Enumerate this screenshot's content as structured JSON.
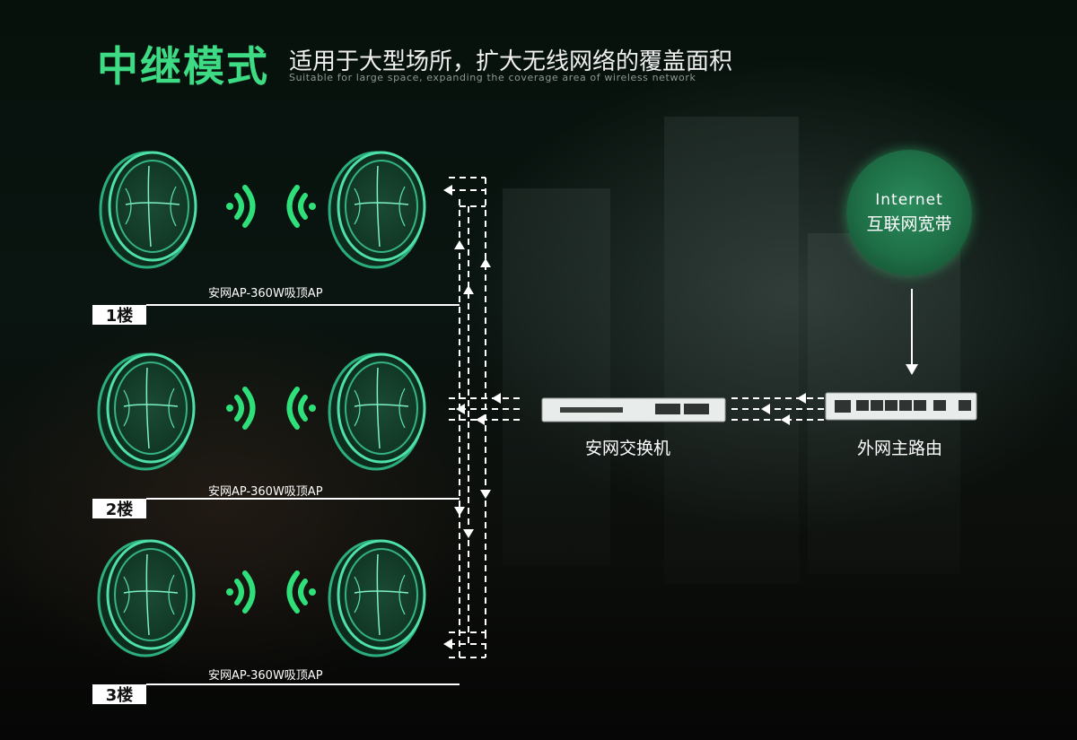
{
  "header": {
    "title": "中继模式",
    "subtitle": "适用于大型场所，扩大无线网络的覆盖面积",
    "subtitle_en": "Suitable for large space, expanding the coverage area of wireless network"
  },
  "floors": [
    {
      "tag": "1楼",
      "ap_label": "安网AP-360W吸顶AP"
    },
    {
      "tag": "2楼",
      "ap_label": "安网AP-360W吸顶AP"
    },
    {
      "tag": "3楼",
      "ap_label": "安网AP-360W吸顶AP"
    }
  ],
  "internet": {
    "line1": "Internet",
    "line2": "互联网宽带"
  },
  "switch_label": "安网交换机",
  "router_label": "外网主路由",
  "colors": {
    "accent": "#3ddc84",
    "device_glow": "#2fbf8a",
    "line": "#ffffff"
  }
}
